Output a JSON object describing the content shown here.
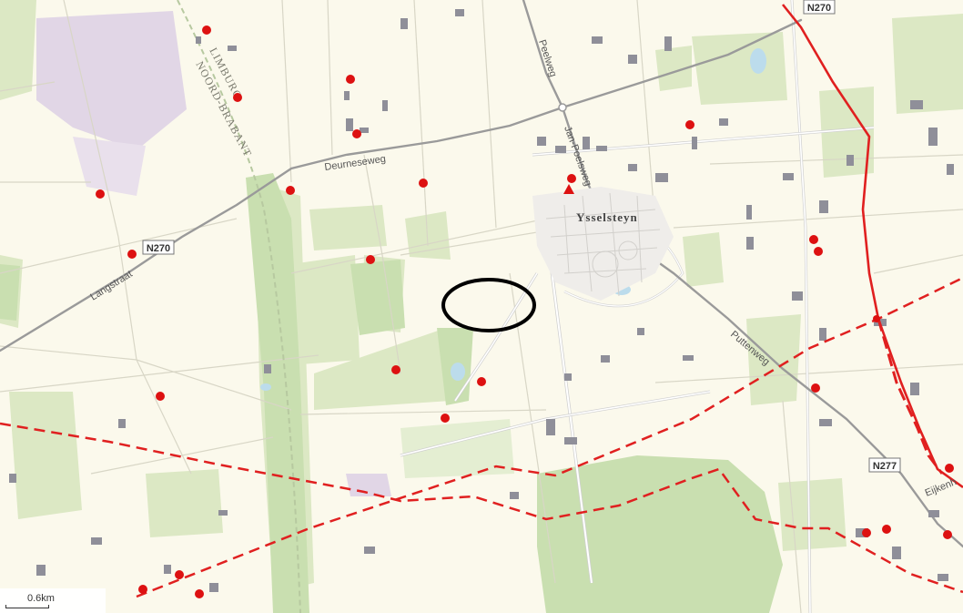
{
  "map": {
    "road_labels": {
      "langstraat": "Langstraat",
      "deurneseweg": "Deurneseweg",
      "peelweg": "Peelweg",
      "jan_poelsweg": "Jan-Poelsweg",
      "puttenweg": "Puttenweg",
      "eijkenh": "Eijkenh"
    },
    "shields": {
      "n270_top": "N270",
      "n270_left": "N270",
      "n277": "N277"
    },
    "border_labels": {
      "limburg": "LIMBURG",
      "noord_brabant": "NOORD-BRABANT"
    },
    "town_label": "Ysselsteyn",
    "scale_label": "0.6km",
    "colors": {
      "background": "#fbf9ec",
      "field_green": "#dce8c4",
      "forest_green": "#c9dfb0",
      "heath_purple": "#e1d6e6",
      "road_gray": "#9a9a9a",
      "building_gray": "#8f8f99",
      "marker_red": "#dd1111",
      "boundary_red": "#e02020"
    },
    "icons": {
      "marker": "red-dot-icon",
      "site": "red-triangle-icon",
      "highlight": "black-ellipse-outline"
    }
  }
}
